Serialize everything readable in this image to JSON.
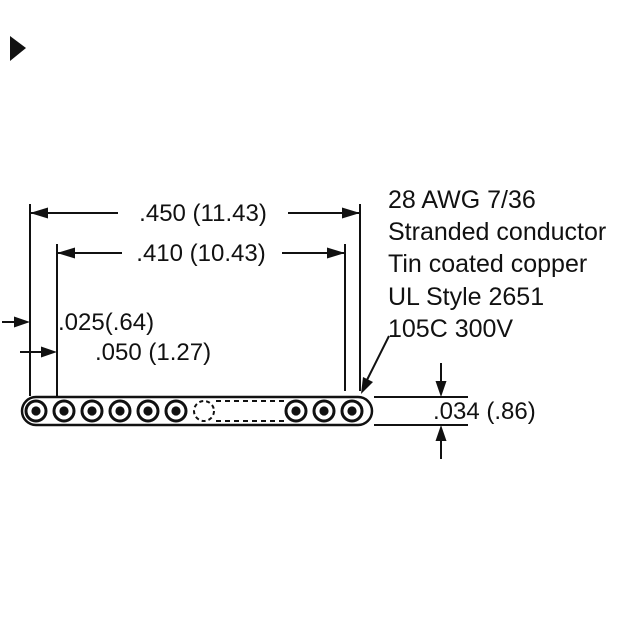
{
  "diagram": {
    "type": "ribbon-cable-cross-section-drawing",
    "notes": {
      "lines": [
        "28 AWG 7/36",
        "Stranded conductor",
        "Tin coated copper",
        "UL Style 2651",
        "105C 300V"
      ]
    },
    "dimensions": {
      "overall_width": ".450 (11.43)",
      "conductor_span": ".410 (10.43)",
      "edge_margin": ".025(.64)",
      "pitch": ".050 (1.27)",
      "thickness": ".034 (.86)"
    },
    "conductors": {
      "visible_left_count": 6,
      "visible_right_count": 3,
      "hidden_section_style": "dashed"
    },
    "colors": {
      "ink": "#111111",
      "background": "#ffffff"
    }
  }
}
